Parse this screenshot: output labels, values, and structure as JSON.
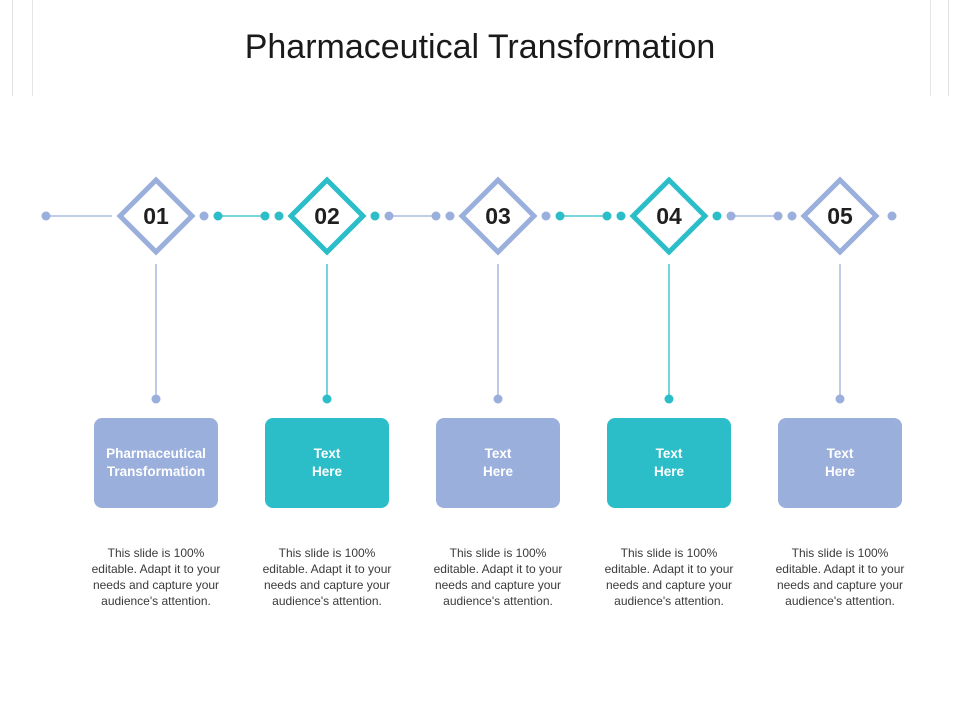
{
  "title": "Pharmaceutical Transformation",
  "colors": {
    "periwinkle": "#9aafdb",
    "teal": "#2bbec8"
  },
  "steps": [
    {
      "number": "01",
      "heading": "Pharmaceutical\nTransformation",
      "body": "This slide is 100% editable. Adapt it to your needs and capture your audience's attention.",
      "color": "#9aafdb"
    },
    {
      "number": "02",
      "heading": "Text\nHere",
      "body": "This slide is 100% editable. Adapt it to your needs and capture your audience's attention.",
      "color": "#2bbec8"
    },
    {
      "number": "03",
      "heading": "Text\nHere",
      "body": "This slide is 100% editable. Adapt it to your needs and capture your audience's attention.",
      "color": "#9aafdb"
    },
    {
      "number": "04",
      "heading": "Text\nHere",
      "body": "This slide is 100% editable. Adapt it to your needs and capture your audience's attention.",
      "color": "#2bbec8"
    },
    {
      "number": "05",
      "heading": "Text\nHere",
      "body": "This slide is 100% editable. Adapt it to your needs and capture your audience's attention.",
      "color": "#9aafdb"
    }
  ]
}
